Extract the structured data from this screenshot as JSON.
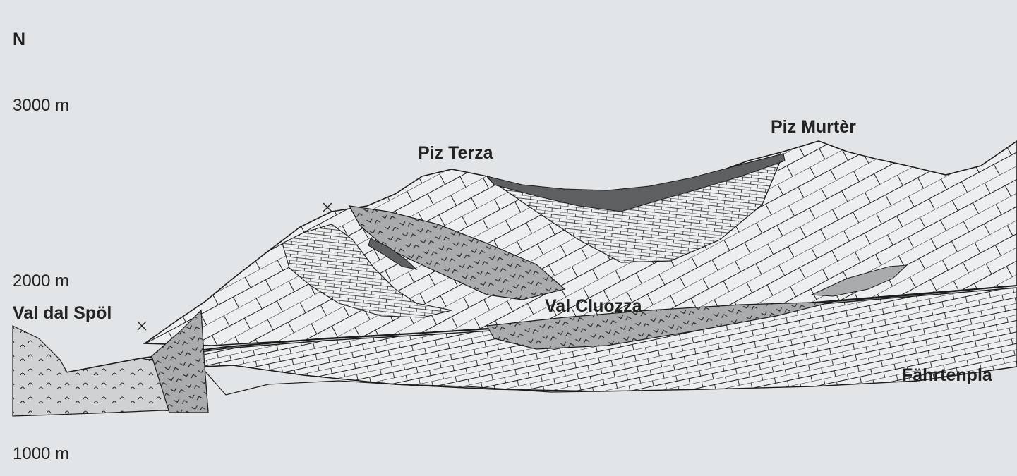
{
  "figure": {
    "north_label": "N",
    "elevations": {
      "e3000": "3000 m",
      "e2000": "2000 m",
      "e1000": "1000 m"
    },
    "places": {
      "val_dal_spoel": "Val dal Spöl",
      "piz_terza": "Piz Terza",
      "piz_murter": "Piz Murtèr",
      "val_cluozza": "Val Cluozza",
      "faehrtenplatz": "Fährtenpla"
    },
    "colors": {
      "background": "#e2e5e7",
      "rock_fill": "#eceeef",
      "dolomite_shade": "#a9abad",
      "dark_band": "#5d5f61",
      "line": "#1c1c1c"
    }
  }
}
